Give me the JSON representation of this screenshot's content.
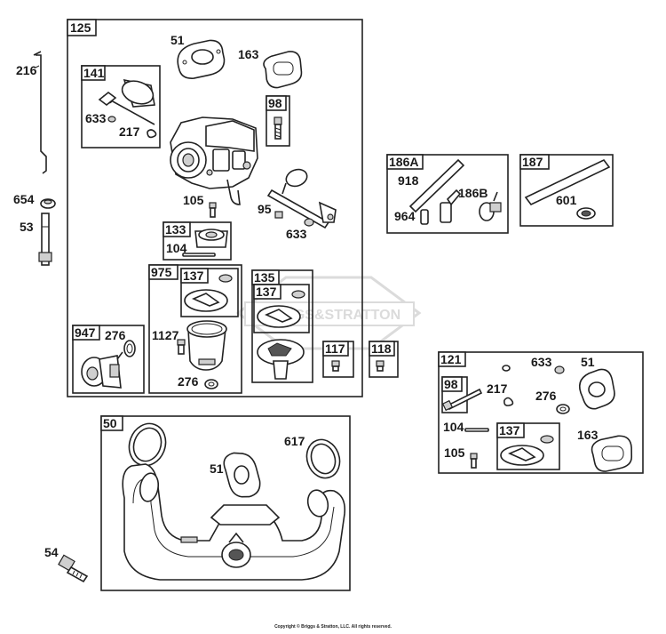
{
  "watermark": "BRIGGS&STRATTON",
  "copyright": "Copyright © Briggs & Stratton, LLC. All rights reserved.",
  "boxes": {
    "b125": "125",
    "b141": "141",
    "b98a": "98",
    "b133": "133",
    "b975": "975",
    "b137a": "137",
    "b135": "135",
    "b137b": "137",
    "b947": "947",
    "b117": "117",
    "b118": "118",
    "b186a": "186A",
    "b187": "187",
    "b121": "121",
    "b98b": "98",
    "b137c": "137",
    "b50": "50"
  },
  "labels": {
    "l216": "216",
    "l654": "654",
    "l53": "53",
    "l54": "54",
    "l51a": "51",
    "l163a": "163",
    "l633a": "633",
    "l217a": "217",
    "l105a": "105",
    "l95": "95",
    "l633b": "633",
    "l104a": "104",
    "l1127": "1127",
    "l276a": "276",
    "l276b": "276",
    "l918": "918",
    "l964": "964",
    "l186b": "186B",
    "l601": "601",
    "l633c": "633",
    "l51b": "51",
    "l217b": "217",
    "l276c": "276",
    "l104b": "104",
    "l163b": "163",
    "l105b": "105",
    "l617": "617",
    "l51c": "51"
  }
}
